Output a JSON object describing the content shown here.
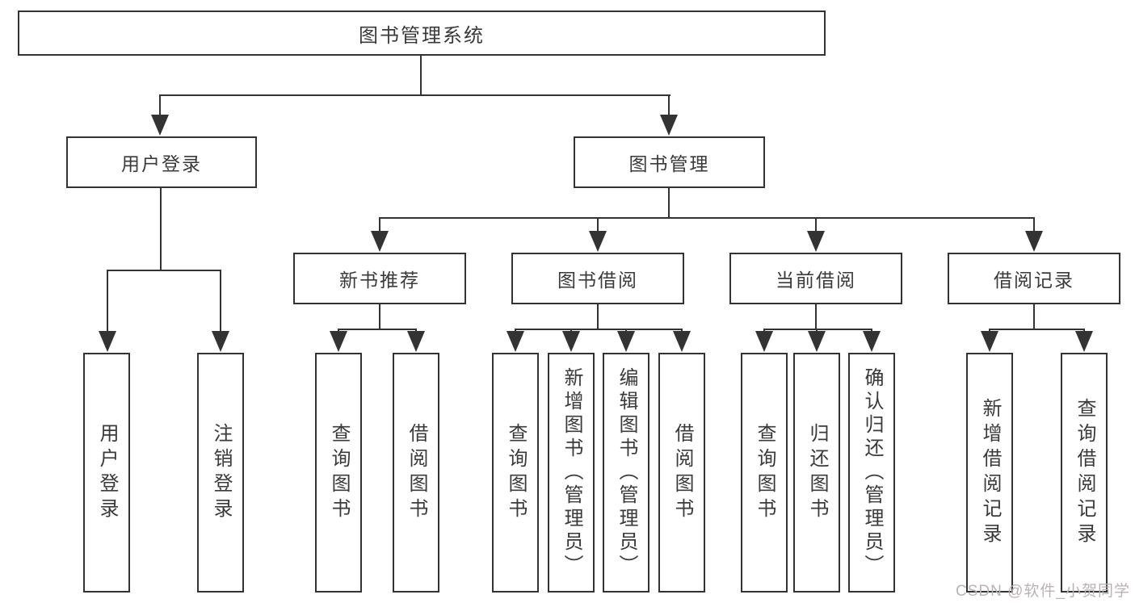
{
  "diagram": {
    "root": {
      "label": "图书管理系统"
    },
    "branches": [
      {
        "label": "用户登录",
        "children": [
          {
            "label": "用户登录"
          },
          {
            "label": "注销登录"
          }
        ]
      },
      {
        "label": "图书管理",
        "children": [
          {
            "label": "新书推荐",
            "children": [
              {
                "label": "查询图书"
              },
              {
                "label": "借阅图书"
              }
            ]
          },
          {
            "label": "图书借阅",
            "children": [
              {
                "label": "查询图书"
              },
              {
                "label": "新增图书（管理员）"
              },
              {
                "label": "编辑图书（管理员）"
              },
              {
                "label": "借阅图书"
              }
            ]
          },
          {
            "label": "当前借阅",
            "children": [
              {
                "label": "查询图书"
              },
              {
                "label": "归还图书"
              },
              {
                "label": "确认归还（管理员）"
              }
            ]
          },
          {
            "label": "借阅记录",
            "children": [
              {
                "label": "新增借阅记录"
              },
              {
                "label": "查询借阅记录"
              }
            ]
          }
        ]
      }
    ],
    "watermark": "CSDN @软件_小贺同学",
    "colors": {
      "line": "#333333",
      "text": "#3a3a3a",
      "watermark": "#bab2b6",
      "background": "#ffffff"
    }
  }
}
